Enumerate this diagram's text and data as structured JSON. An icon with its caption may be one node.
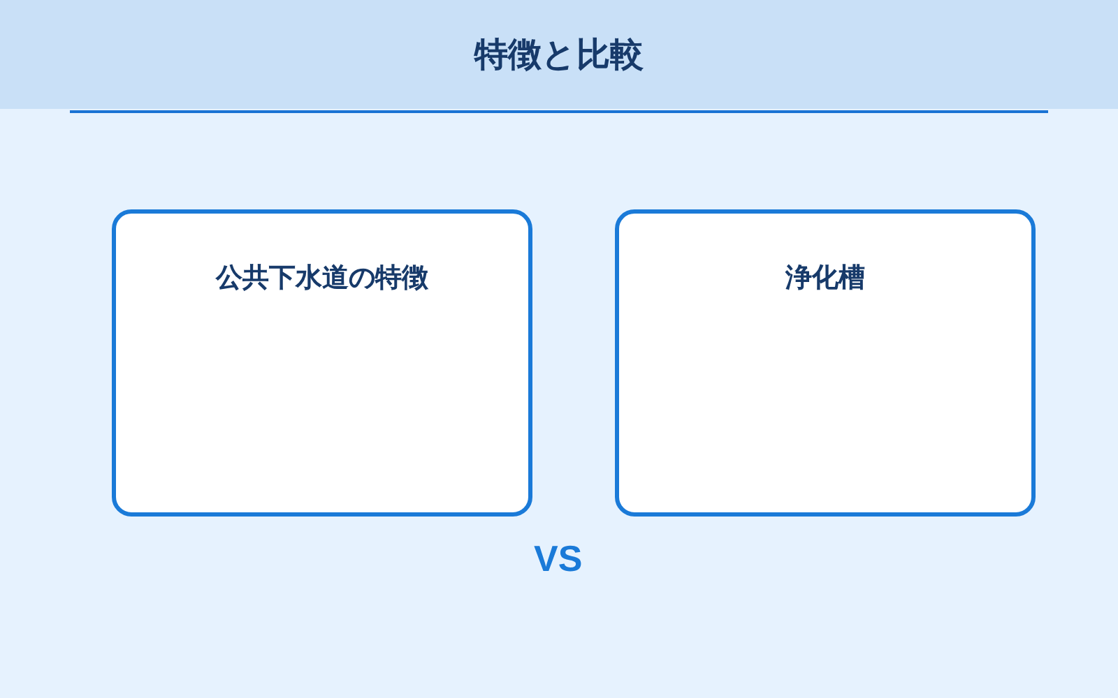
{
  "diagram": {
    "title": "特徴と比較",
    "nodes": [
      {
        "text": [
          "公共下水道の特徴"
        ]
      },
      {
        "text": [
          "浄化槽"
        ]
      }
    ],
    "labels": [
      "VS"
    ]
  }
}
